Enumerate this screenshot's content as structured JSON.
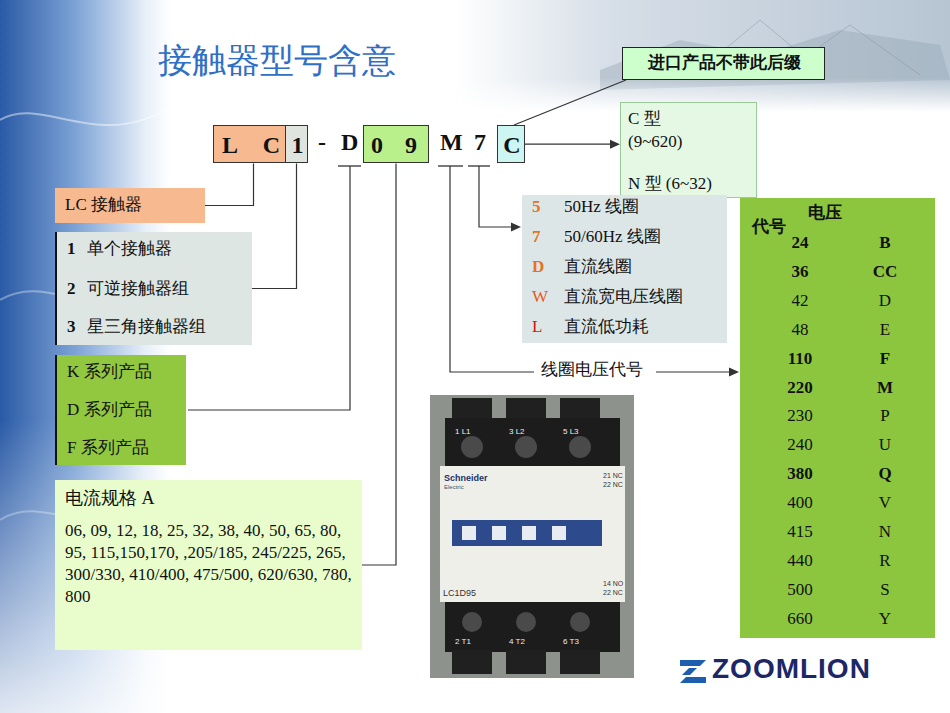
{
  "diagram": {
    "title": "接触器型号含意",
    "nodes": [
      {
        "text": [
          "L C"
        ]
      },
      {
        "text": [
          "1"
        ]
      },
      {
        "text": [
          "0 9"
        ]
      },
      {
        "text": [
          "C"
        ]
      },
      {
        "text": [
          "进口产品不带此后缀"
        ]
      },
      {
        "text": [
          "C 型 (9~620)",
          "N 型 (6~32)"
        ]
      },
      {
        "text": [
          "LC 接触器"
        ]
      },
      {
        "text": [
          "1",
          "单个接触器",
          "2",
          "可逆接触器组",
          "3",
          "星三角接触器组"
        ]
      },
      {
        "text": [
          "K 系列产品",
          "D 系列产品",
          "F 系列产品"
        ]
      },
      {
        "text": [
          "电流规格 A",
          "06, 09, 12, 18, 25, 32, 38, 40, 50, 65, 80, 95, 115,150,170, ,205/185, 245/225, 265, 300/330, 410/400, 475/500, 620/630, 780, 800"
        ]
      },
      {
        "text": [
          "5",
          "50Hz 线圈",
          "7",
          "50/60Hz 线圈",
          "D",
          "直流线圈",
          "W",
          "直流宽电压线圈",
          "L",
          "直流低功耗"
        ]
      },
      {
        "text": [
          "电压",
          "代号",
          "24",
          "B",
          "36",
          "CC",
          "42",
          "D",
          "48",
          "E",
          "110",
          "F",
          "220",
          "M",
          "230",
          "P",
          "240",
          "U",
          "380",
          "Q",
          "400",
          "V",
          "415",
          "N",
          "440",
          "R",
          "500",
          "S",
          "660",
          "Y"
        ]
      }
    ],
    "edges": [
      {
        "from": 0,
        "to": 6,
        "arrow": "none"
      },
      {
        "from": 1,
        "to": 7,
        "arrow": "none"
      },
      {
        "from": 2,
        "to": 9,
        "arrow": "none"
      },
      {
        "from": 3,
        "to": 5,
        "arrow": "to"
      },
      {
        "from": 4,
        "to": 3,
        "arrow": "none"
      }
    ],
    "labels": [
      "-",
      "D",
      "M",
      "7",
      "线圈电压代号",
      "Schneider",
      "Electric",
      "LC1D95",
      "1 L1",
      "3 L2",
      "5 L3",
      "21 NC",
      "22 NC",
      "14 NO",
      "22 NC",
      "2 T1",
      "4 T2",
      "6 T3",
      "ZOOMLION"
    ]
  }
}
